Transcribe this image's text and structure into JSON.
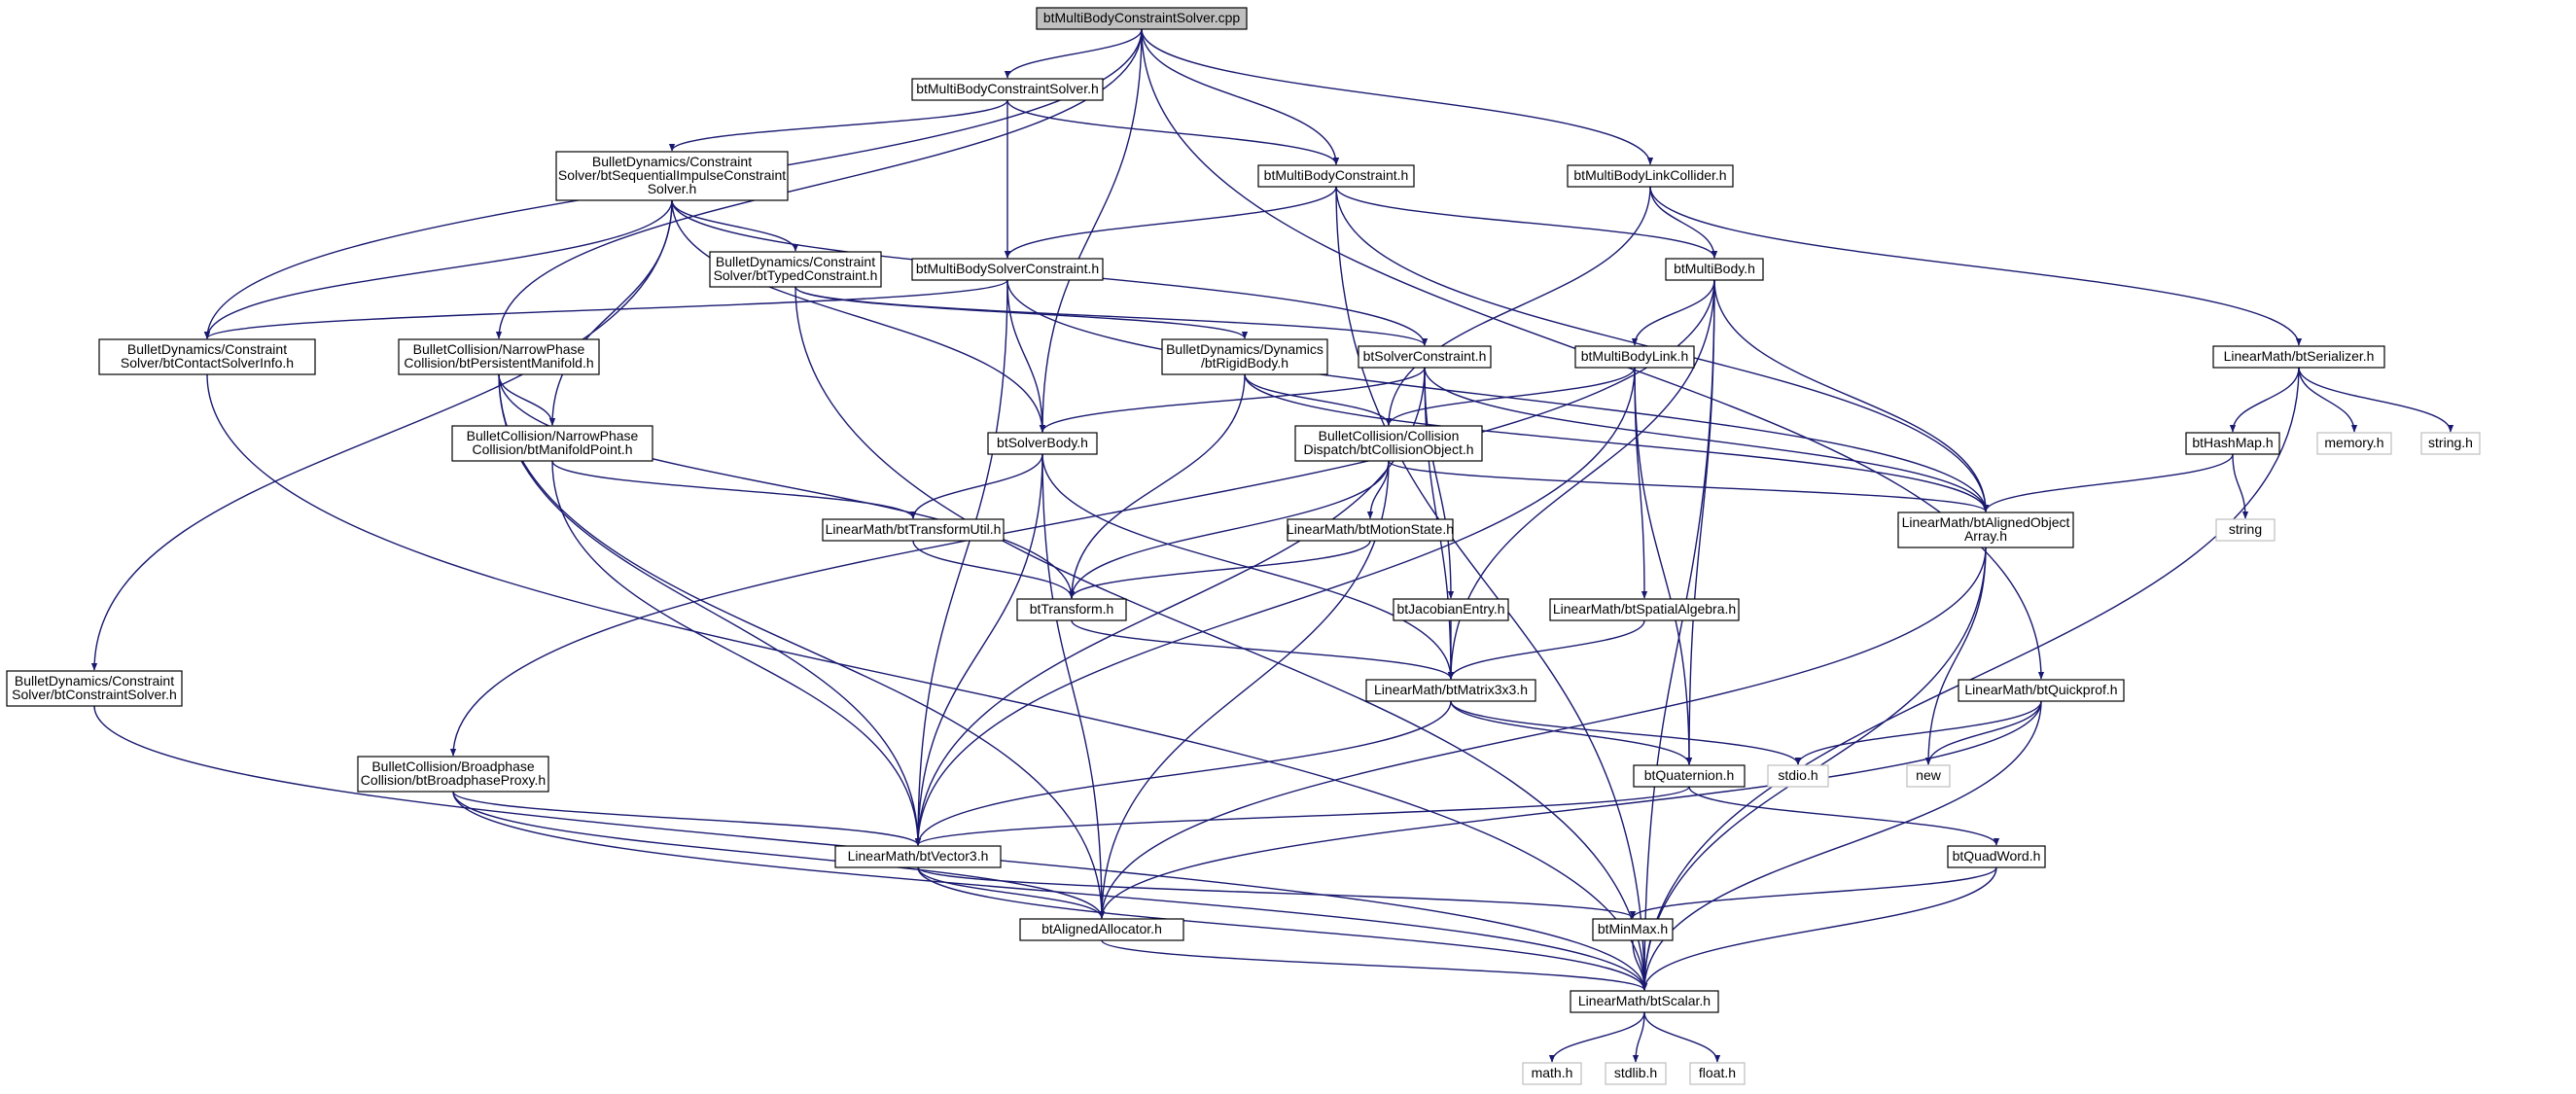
{
  "diagram": {
    "type": "include-dependency-graph",
    "colors": {
      "edge": "#191970",
      "node_border": "#000000",
      "root_fill": "#bfbfbf",
      "system_border": "#bfbfbf",
      "background": "#ffffff"
    },
    "nodes": [
      {
        "id": "root",
        "lines": [
          "btMultiBodyConstraintSolver.cpp"
        ],
        "kind": "root"
      },
      {
        "id": "mbcs_h",
        "lines": [
          "btMultiBodyConstraintSolver.h"
        ]
      },
      {
        "id": "seq",
        "lines": [
          "BulletDynamics/Constraint",
          "Solver/btSequentialImpulseConstraint",
          "Solver.h"
        ]
      },
      {
        "id": "mbc",
        "lines": [
          "btMultiBodyConstraint.h"
        ]
      },
      {
        "id": "mblc",
        "lines": [
          "btMultiBodyLinkCollider.h"
        ]
      },
      {
        "id": "typed",
        "lines": [
          "BulletDynamics/Constraint",
          "Solver/btTypedConstraint.h"
        ]
      },
      {
        "id": "mbsc",
        "lines": [
          "btMultiBodySolverConstraint.h"
        ]
      },
      {
        "id": "mb",
        "lines": [
          "btMultiBody.h"
        ]
      },
      {
        "id": "csi",
        "lines": [
          "BulletDynamics/Constraint",
          "Solver/btContactSolverInfo.h"
        ]
      },
      {
        "id": "pm",
        "lines": [
          "BulletCollision/NarrowPhase",
          "Collision/btPersistentManifold.h"
        ]
      },
      {
        "id": "rb",
        "lines": [
          "BulletDynamics/Dynamics",
          "/btRigidBody.h"
        ]
      },
      {
        "id": "sc",
        "lines": [
          "btSolverConstraint.h"
        ]
      },
      {
        "id": "mbl",
        "lines": [
          "btMultiBodyLink.h"
        ]
      },
      {
        "id": "ser",
        "lines": [
          "LinearMath/btSerializer.h"
        ]
      },
      {
        "id": "mp",
        "lines": [
          "BulletCollision/NarrowPhase",
          "Collision/btManifoldPoint.h"
        ]
      },
      {
        "id": "sb",
        "lines": [
          "btSolverBody.h"
        ]
      },
      {
        "id": "co",
        "lines": [
          "BulletCollision/Collision",
          "Dispatch/btCollisionObject.h"
        ]
      },
      {
        "id": "hm",
        "lines": [
          "btHashMap.h"
        ]
      },
      {
        "id": "memory",
        "lines": [
          "memory.h"
        ],
        "kind": "system"
      },
      {
        "id": "stringh",
        "lines": [
          "string.h"
        ],
        "kind": "system"
      },
      {
        "id": "string",
        "lines": [
          "string"
        ],
        "kind": "system"
      },
      {
        "id": "aoa",
        "lines": [
          "LinearMath/btAlignedObject",
          "Array.h"
        ]
      },
      {
        "id": "tu",
        "lines": [
          "LinearMath/btTransformUtil.h"
        ]
      },
      {
        "id": "ms",
        "lines": [
          "LinearMath/btMotionState.h"
        ]
      },
      {
        "id": "tr",
        "lines": [
          "btTransform.h"
        ]
      },
      {
        "id": "je",
        "lines": [
          "btJacobianEntry.h"
        ]
      },
      {
        "id": "sa",
        "lines": [
          "LinearMath/btSpatialAlgebra.h"
        ]
      },
      {
        "id": "m33",
        "lines": [
          "LinearMath/btMatrix3x3.h"
        ]
      },
      {
        "id": "qp",
        "lines": [
          "LinearMath/btQuickprof.h"
        ]
      },
      {
        "id": "csol",
        "lines": [
          "BulletDynamics/Constraint",
          "Solver/btConstraintSolver.h"
        ]
      },
      {
        "id": "bp",
        "lines": [
          "BulletCollision/Broadphase",
          "Collision/btBroadphaseProxy.h"
        ]
      },
      {
        "id": "q",
        "lines": [
          "btQuaternion.h"
        ]
      },
      {
        "id": "stdio",
        "lines": [
          "stdio.h"
        ],
        "kind": "system"
      },
      {
        "id": "new",
        "lines": [
          "new"
        ],
        "kind": "system"
      },
      {
        "id": "v3",
        "lines": [
          "LinearMath/btVector3.h"
        ]
      },
      {
        "id": "qw",
        "lines": [
          "btQuadWord.h"
        ]
      },
      {
        "id": "aa",
        "lines": [
          "btAlignedAllocator.h"
        ]
      },
      {
        "id": "mm",
        "lines": [
          "btMinMax.h"
        ]
      },
      {
        "id": "sc2",
        "lines": [
          "LinearMath/btScalar.h"
        ]
      },
      {
        "id": "math",
        "lines": [
          "math.h"
        ],
        "kind": "system"
      },
      {
        "id": "stdlib",
        "lines": [
          "stdlib.h"
        ],
        "kind": "system"
      },
      {
        "id": "float",
        "lines": [
          "float.h"
        ],
        "kind": "system"
      }
    ],
    "edges": [
      [
        "root",
        "mbcs_h"
      ],
      [
        "root",
        "mbc"
      ],
      [
        "root",
        "mblc"
      ],
      [
        "root",
        "csi"
      ],
      [
        "root",
        "pm"
      ],
      [
        "root",
        "sb"
      ],
      [
        "root",
        "qp"
      ],
      [
        "mbcs_h",
        "seq"
      ],
      [
        "mbcs_h",
        "mbc"
      ],
      [
        "mbcs_h",
        "mbsc"
      ],
      [
        "seq",
        "typed"
      ],
      [
        "seq",
        "csi"
      ],
      [
        "seq",
        "mp"
      ],
      [
        "seq",
        "sb"
      ],
      [
        "seq",
        "sc"
      ],
      [
        "seq",
        "csol"
      ],
      [
        "mbc",
        "mbsc"
      ],
      [
        "mbc",
        "mb"
      ],
      [
        "mbc",
        "aoa"
      ],
      [
        "mbc",
        "sc2"
      ],
      [
        "mblc",
        "co"
      ],
      [
        "mblc",
        "mb"
      ],
      [
        "mblc",
        "ser"
      ],
      [
        "typed",
        "rb"
      ],
      [
        "typed",
        "sc"
      ],
      [
        "typed",
        "sc2"
      ],
      [
        "mbsc",
        "csi"
      ],
      [
        "mbsc",
        "sb"
      ],
      [
        "mbsc",
        "v3"
      ],
      [
        "mbsc",
        "aoa"
      ],
      [
        "mb",
        "mbl"
      ],
      [
        "mb",
        "aoa"
      ],
      [
        "mb",
        "q"
      ],
      [
        "mb",
        "m33"
      ],
      [
        "mb",
        "sc2"
      ],
      [
        "mb",
        "bp"
      ],
      [
        "csi",
        "sc2"
      ],
      [
        "pm",
        "mp"
      ],
      [
        "pm",
        "v3"
      ],
      [
        "pm",
        "tr"
      ],
      [
        "pm",
        "aa"
      ],
      [
        "rb",
        "co"
      ],
      [
        "rb",
        "tr"
      ],
      [
        "rb",
        "aoa"
      ],
      [
        "sc",
        "sb"
      ],
      [
        "sc",
        "v3"
      ],
      [
        "sc",
        "aoa"
      ],
      [
        "sc",
        "m33"
      ],
      [
        "sc",
        "je"
      ],
      [
        "mbl",
        "co"
      ],
      [
        "mbl",
        "sa"
      ],
      [
        "mbl",
        "q"
      ],
      [
        "mbl",
        "v3"
      ],
      [
        "ser",
        "hm"
      ],
      [
        "ser",
        "memory"
      ],
      [
        "ser",
        "stringh"
      ],
      [
        "ser",
        "sc2"
      ],
      [
        "mp",
        "v3"
      ],
      [
        "mp",
        "tu"
      ],
      [
        "sb",
        "tu"
      ],
      [
        "sb",
        "v3"
      ],
      [
        "sb",
        "m33"
      ],
      [
        "sb",
        "aa"
      ],
      [
        "co",
        "ms"
      ],
      [
        "co",
        "aoa"
      ],
      [
        "co",
        "tr"
      ],
      [
        "co",
        "aa"
      ],
      [
        "hm",
        "aoa"
      ],
      [
        "hm",
        "string"
      ],
      [
        "aoa",
        "new"
      ],
      [
        "aoa",
        "aa"
      ],
      [
        "aoa",
        "sc2"
      ],
      [
        "tu",
        "tr"
      ],
      [
        "ms",
        "tr"
      ],
      [
        "tr",
        "m33"
      ],
      [
        "je",
        "m33"
      ],
      [
        "sa",
        "m33"
      ],
      [
        "m33",
        "q"
      ],
      [
        "m33",
        "v3"
      ],
      [
        "m33",
        "stdio"
      ],
      [
        "qp",
        "stdio"
      ],
      [
        "qp",
        "new"
      ],
      [
        "qp",
        "aa"
      ],
      [
        "qp",
        "sc2"
      ],
      [
        "csol",
        "sc2"
      ],
      [
        "bp",
        "v3"
      ],
      [
        "bp",
        "aa"
      ],
      [
        "bp",
        "sc2"
      ],
      [
        "q",
        "v3"
      ],
      [
        "q",
        "qw"
      ],
      [
        "v3",
        "aa"
      ],
      [
        "v3",
        "mm"
      ],
      [
        "v3",
        "sc2"
      ],
      [
        "qw",
        "mm"
      ],
      [
        "qw",
        "sc2"
      ],
      [
        "aa",
        "sc2"
      ],
      [
        "mm",
        "sc2"
      ],
      [
        "sc2",
        "math"
      ],
      [
        "sc2",
        "stdlib"
      ],
      [
        "sc2",
        "float"
      ]
    ]
  }
}
